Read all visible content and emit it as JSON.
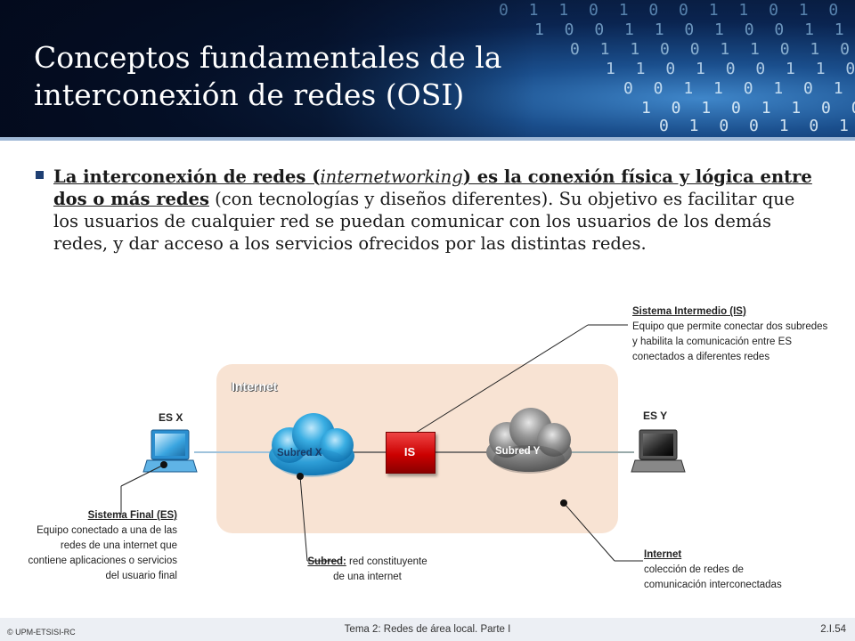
{
  "slide": {
    "title": "Conceptos fundamentales de la interconexión de redes (OSI)",
    "bullet": {
      "term_prefix": "La interconexión de redes (",
      "term_italic": "internetworking",
      "term_suffix": ") es la conexión física y lógica entre dos o más redes",
      "rest": " (con tecnologías y diseños diferentes). Su objetivo es facilitar que los usuarios de cualquier red se puedan comunicar con los usuarios de los demás redes, y dar acceso a los servicios ofrecidos por las distintas redes."
    }
  },
  "diagram": {
    "internet_label": "Internet",
    "es_x": "ES X",
    "es_y": "ES Y",
    "subred_x": "Subred X",
    "subred_y": "Subred Y",
    "is": "IS",
    "sistema_intermedio": {
      "title": "Sistema Intermedio (IS)",
      "desc": "Equipo que permite conectar dos subredes y habilita la comunicación entre ES conectados a diferentes redes"
    },
    "sistema_final": {
      "title": "Sistema Final (ES)",
      "desc": "Equipo conectado a una de las redes de una internet que contiene aplicaciones o servicios del usuario final"
    },
    "subred": {
      "title": "Subred:",
      "desc": " red constituyente de una internet"
    },
    "internet_note": {
      "title": "Internet",
      "desc": "colección de redes de comunicación interconectadas"
    }
  },
  "footer": {
    "left": "© UPM-ETSISI-RC",
    "center": "Tema 2: Redes de área local. Parte I",
    "right": "2.I.54"
  },
  "colors": {
    "header_dark": "#06122a",
    "header_blue": "#3f86c9",
    "internet_bg": "#f8e3d3",
    "is_red": "#cc0000",
    "bullet_mark": "#1f3f73"
  }
}
